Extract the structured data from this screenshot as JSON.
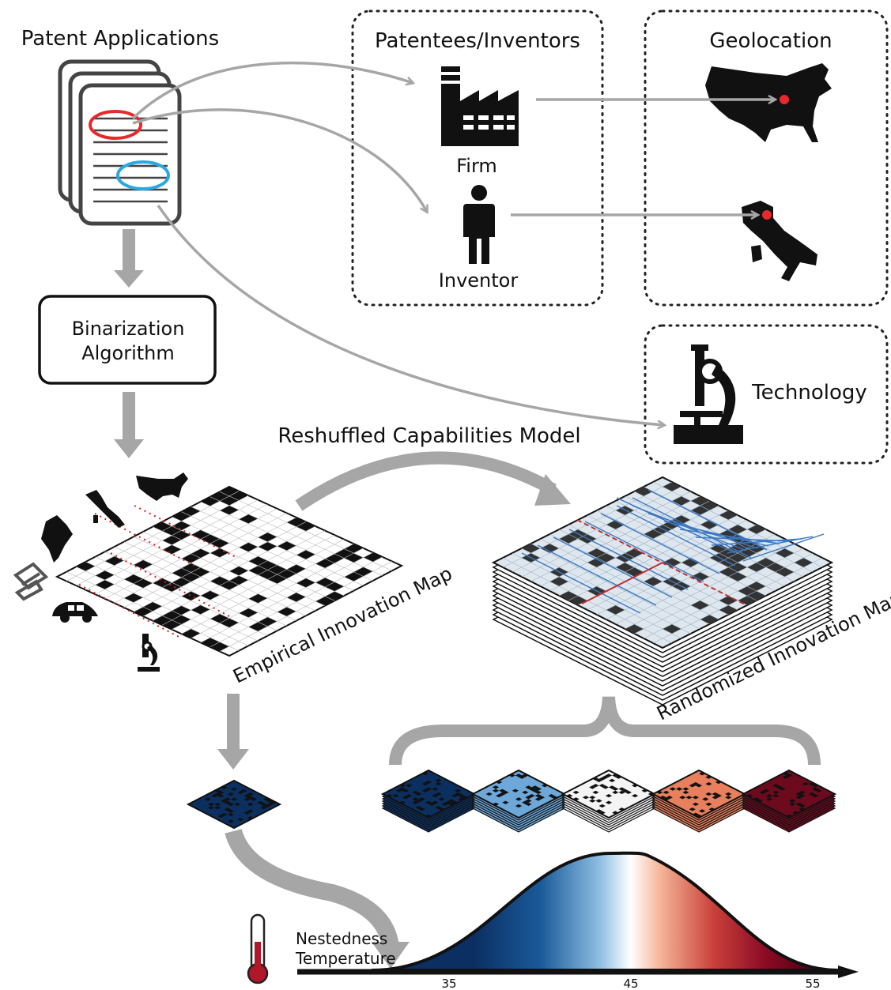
{
  "labels": {
    "patent_applications": "Patent Applications",
    "patentees_inventors": "Patentees/Inventors",
    "geolocation": "Geolocation",
    "firm": "Firm",
    "inventor": "Inventor",
    "technology": "Technology",
    "binarization_line1": "Binarization",
    "binarization_line2": "Algorithm",
    "reshuffled_model": "Reshuffled Capabilities Model",
    "empirical_map": "Empirical Innovation Map",
    "randomized_maps": "Randomized Innovation Maps",
    "nestedness_line1": "Nestedness",
    "nestedness_line2": "Temperature"
  },
  "axis_ticks": [
    "35",
    "45",
    "55"
  ],
  "icons": [
    "document-stack-icon",
    "factory-icon",
    "person-icon",
    "usa-map-icon",
    "italy-map-icon",
    "microscope-icon",
    "india-map-icon",
    "paperclip-icon",
    "car-icon",
    "thermometer-icon"
  ],
  "colors": {
    "highlight_red": "#e8292b",
    "highlight_blue": "#29a9e0",
    "arrow_gray": "#a6a6a6",
    "map_black": "#111111",
    "dashed_red": "#cc2222",
    "shuffle_blue": "#3a78c2",
    "bell_cold": "#0b2f63",
    "bell_mid": "#ffffff",
    "bell_hot": "#6b0016"
  },
  "mini_map_colors": [
    "#0b3060",
    "#6ea8d8",
    "#f4f4f4",
    "#e8805d",
    "#6e0a1e"
  ]
}
